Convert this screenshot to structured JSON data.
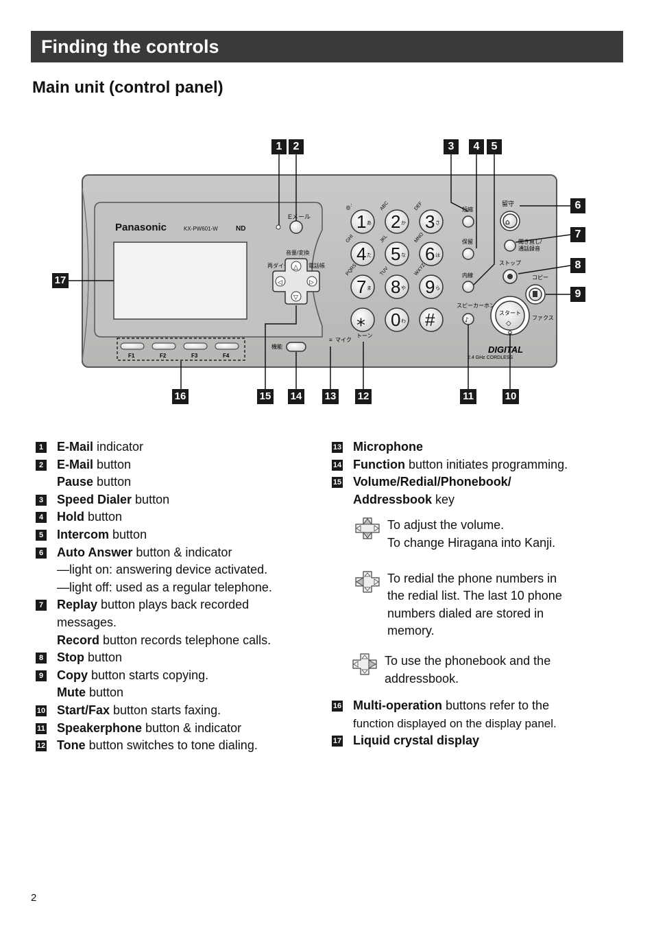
{
  "header": {
    "title": "Finding the controls"
  },
  "section": {
    "title": "Main unit (control panel)"
  },
  "device": {
    "brand": "Panasonic",
    "model": "KX-PW601-W",
    "e_mail_label": "Eメール",
    "speed_dial_label": "短縮",
    "hold_label": "保留",
    "intercom_label": "内線",
    "speakerphone_label": "スピーカーホン",
    "auto_answer_label": "留守",
    "replay_label_1": "聞き直し/",
    "replay_label_2": "通話録音",
    "stop_label": "ストップ",
    "copy_label": "コピー",
    "start_label": "スタート",
    "fax_label": "ファクス",
    "volume_label": "音量/変換",
    "redial_label": "再ダイヤル",
    "phonebook_label": "電話帳",
    "function_label": "機能",
    "mic_label": "マイク",
    "tone_label": "トーン",
    "digital_label": "DIGITAL",
    "cordless_label": "2.4 GHz CORDLESS",
    "multi_keys": [
      "F1",
      "F2",
      "F3",
      "F4"
    ],
    "keypad": [
      {
        "digit": "1",
        "letters": "@.-",
        "kana": "あ"
      },
      {
        "digit": "2",
        "letters": "ABC",
        "kana": "か"
      },
      {
        "digit": "3",
        "letters": "DEF",
        "kana": "さ"
      },
      {
        "digit": "4",
        "letters": "GHI",
        "kana": "た"
      },
      {
        "digit": "5",
        "letters": "JKL",
        "kana": "な"
      },
      {
        "digit": "6",
        "letters": "MNO",
        "kana": "は"
      },
      {
        "digit": "7",
        "letters": "PQRS",
        "kana": "ま"
      },
      {
        "digit": "8",
        "letters": "TUV",
        "kana": "や"
      },
      {
        "digit": "9",
        "letters": "WXYZ",
        "kana": "ら"
      },
      {
        "digit": "⁎",
        "letters": "",
        "kana": ""
      },
      {
        "digit": "0",
        "letters": "",
        "kana": "わ"
      },
      {
        "digit": "#",
        "letters": "",
        "kana": ""
      }
    ]
  },
  "callouts": [
    "1",
    "2",
    "3",
    "4",
    "5",
    "6",
    "7",
    "8",
    "9",
    "10",
    "11",
    "12",
    "13",
    "14",
    "15",
    "16",
    "17"
  ],
  "legend": {
    "c1": {
      "num": "1",
      "bold": "E-Mail",
      "text": " indicator"
    },
    "c2": {
      "num": "2",
      "bold": "E-Mail",
      "text": " button",
      "bold2": "Pause",
      "text2": " button"
    },
    "c3": {
      "num": "3",
      "bold": "Speed Dialer",
      "text": " button"
    },
    "c4": {
      "num": "4",
      "bold": "Hold",
      "text": " button"
    },
    "c5": {
      "num": "5",
      "bold": "Intercom",
      "text": " button"
    },
    "c6": {
      "num": "6",
      "bold": "Auto Answer",
      "text": " button & indicator",
      "line2": "—light on:  answering device activated.",
      "line3": "—light off:  used as a regular telephone."
    },
    "c7": {
      "num": "7",
      "bold": "Replay",
      "text": " button plays back recorded",
      "line2": "messages.",
      "bold2": "Record",
      "text2": " button records telephone calls."
    },
    "c8": {
      "num": "8",
      "bold": "Stop",
      "text": " button"
    },
    "c9": {
      "num": "9",
      "bold": "Copy",
      "text": " button starts copying.",
      "bold2": "Mute",
      "text2": " button"
    },
    "c10": {
      "num": "10",
      "bold": "Start/Fax",
      "text": " button starts faxing."
    },
    "c11": {
      "num": "11",
      "bold": "Speakerphone",
      "text": " button & indicator"
    },
    "c12": {
      "num": "12",
      "bold": "Tone",
      "text": " button switches to tone dialing."
    },
    "c13": {
      "num": "13",
      "bold": "Microphone"
    },
    "c14": {
      "num": "14",
      "bold": "Function",
      "text": " button initiates programming."
    },
    "c15": {
      "num": "15",
      "bold": "Volume/Redial/Phonebook/",
      "bold2": "Addressbook",
      "text2": " key"
    },
    "c16": {
      "num": "16",
      "bold": "Multi-operation",
      "text": " buttons refer to the",
      "line2": "function displayed on the display panel."
    },
    "c17": {
      "num": "17",
      "bold": "Liquid crystal display"
    }
  },
  "usage": {
    "volume": {
      "line1": "To adjust the volume.",
      "line2": "To change Hiragana into Kanji."
    },
    "redial": {
      "line1": "To redial the phone numbers in",
      "line2": "the redial list. The last 10 phone",
      "line3": "numbers dialed are stored in",
      "line4": "memory."
    },
    "phonebook": {
      "line1": "To use the phonebook and the",
      "line2": "addressbook."
    }
  },
  "page": {
    "number": "2"
  }
}
